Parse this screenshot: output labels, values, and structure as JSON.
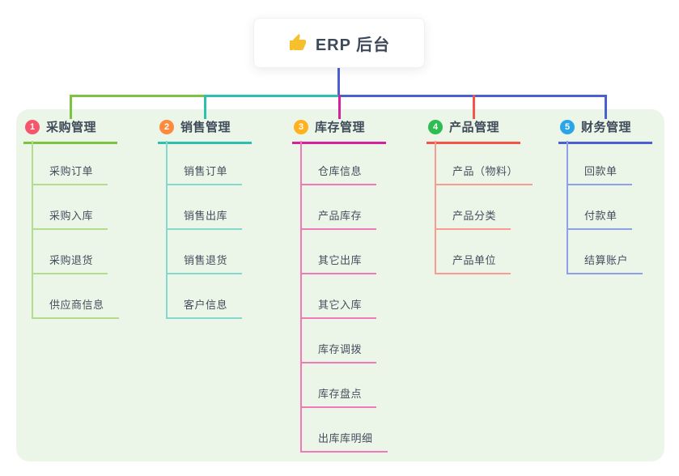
{
  "root": {
    "title": "ERP 后台",
    "icon": "thumbs-up-icon",
    "icon_color": "#f6c02d"
  },
  "canvas": {
    "background": "#ffffff",
    "panel_background": "#ecf6e8",
    "root_line_color": "#4a5fd2",
    "text_color": "#3e4a5a"
  },
  "branches": [
    {
      "number": "1",
      "label": "采购管理",
      "colors": {
        "main": "#7cc342",
        "light": "#b4dc8d",
        "badge": "#f5566c"
      },
      "children": [
        "采购订单",
        "采购入库",
        "采购退货",
        "供应商信息"
      ]
    },
    {
      "number": "2",
      "label": "销售管理",
      "colors": {
        "main": "#2ec0af",
        "light": "#85d8cc",
        "badge": "#fd8a3d"
      },
      "children": [
        "销售订单",
        "销售出库",
        "销售退货",
        "客户信息"
      ]
    },
    {
      "number": "3",
      "label": "库存管理",
      "colors": {
        "main": "#d6219c",
        "light": "#f07ab8",
        "badge": "#ffb11f"
      },
      "children": [
        "仓库信息",
        "产品库存",
        "其它出库",
        "其它入库",
        "库存调拨",
        "库存盘点",
        "出库库明细"
      ]
    },
    {
      "number": "4",
      "label": "产品管理",
      "colors": {
        "main": "#f5544a",
        "light": "#f99b92",
        "badge": "#2ebd52"
      },
      "children": [
        "产品（物料）",
        "产品分类",
        "产品单位"
      ]
    },
    {
      "number": "5",
      "label": "财务管理",
      "colors": {
        "main": "#4a5fd2",
        "light": "#8ca1ea",
        "badge": "#2aa5e8"
      },
      "children": [
        "回款单",
        "付款单",
        "结算账户"
      ]
    }
  ]
}
